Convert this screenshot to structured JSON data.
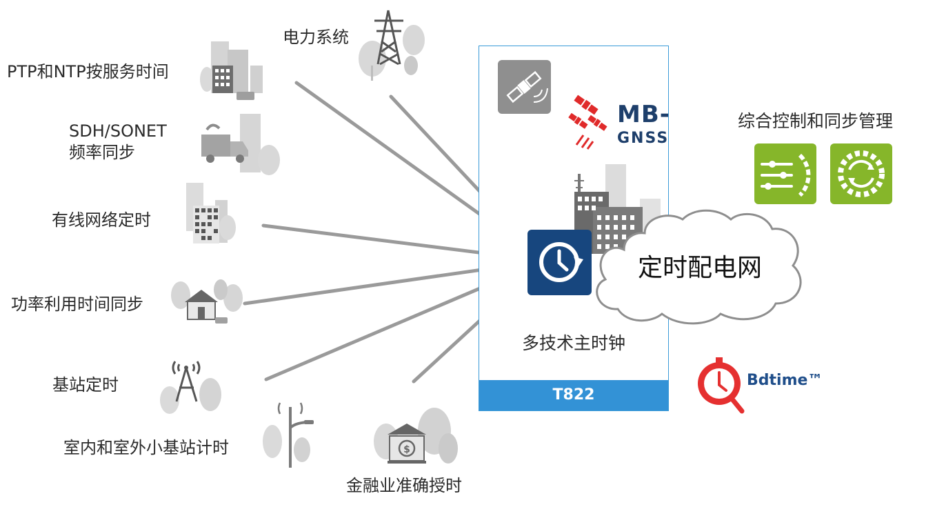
{
  "labels": {
    "power_system": "电力系统",
    "ptp_ntp": "PTP和NTP按服务时间",
    "sdh_line1": "SDH/SONET",
    "sdh_line2": "频率同步",
    "wired_network": "有线网络定时",
    "power_usage": "功率利用时间同步",
    "base_station": "基站定时",
    "small_cell": "室内和室外小基站计时",
    "finance": "金融业准确授时"
  },
  "device": {
    "model": "T822",
    "caption": "多技术主时钟",
    "gnss_line1": "MB-",
    "gnss_line2": "GNSS"
  },
  "cloud": {
    "text": "定时配电网"
  },
  "management": {
    "title": "综合控制和同步管理"
  },
  "brand": {
    "name": "Bdtime™"
  },
  "colors": {
    "line_gray": "#9a9a9a",
    "icon_gray": "#8c8c8c",
    "panel_blue": "#3392d6",
    "clock_navy": "#17467e",
    "gnss_red": "#e02a2a",
    "mgmt_green": "#86b62a",
    "brand_red": "#e53030"
  }
}
